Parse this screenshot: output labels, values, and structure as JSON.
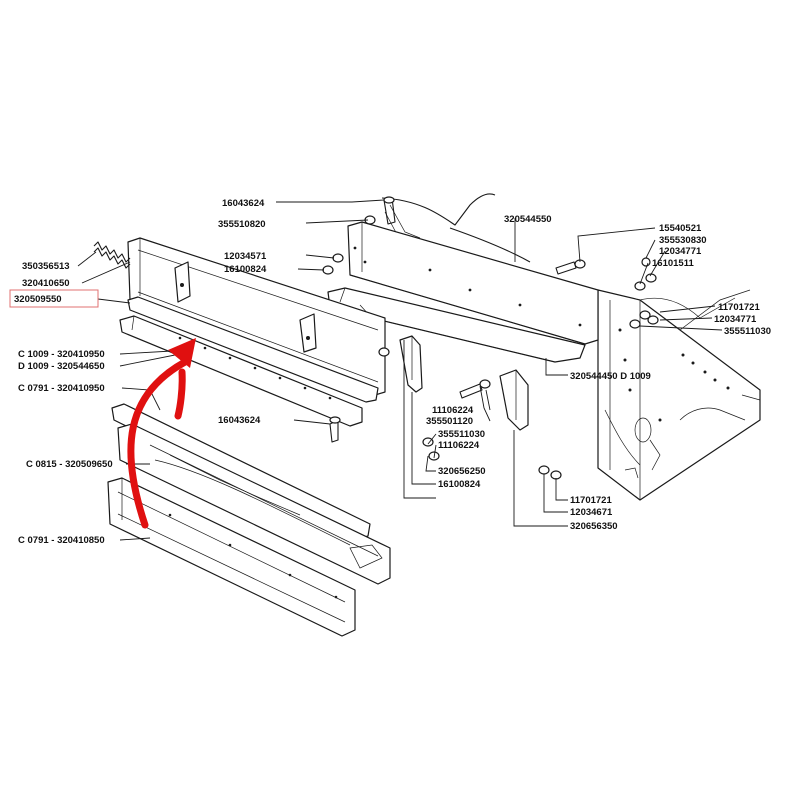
{
  "labels": {
    "l16043624_top": "16043624",
    "l355510820": "355510820",
    "l12034571": "12034571",
    "l16100824_top": "16100824",
    "l350356513": "350356513",
    "l320410650": "320410650",
    "l320509550_hl": "320509550",
    "lC1009": "C 1009 - 320410950",
    "lD1009": "D 1009 - 320544650",
    "lC0791a": "C 0791 - 320410950",
    "l16043624_mid": "16043624",
    "lC0815": "C 0815 - 320509650",
    "lC0791b": "C 0791 - 320410850",
    "l320544550": "320544550",
    "l15540521": "15540521",
    "l355530830": "355530830",
    "l12034771_a": "12034771",
    "l16101511": "16101511",
    "l11701721_a": "11701721",
    "l12034771_b": "12034771",
    "l355511030_a": "355511030",
    "l320544450": "320544450 D 1009",
    "l11106224_a": "11106224",
    "l355501120": "355501120",
    "l355511030_b": "355511030",
    "l11106224_b": "11106224",
    "l320656250": "320656250",
    "l16100824_b": "16100824",
    "l11701721_b": "11701721",
    "l12034671": "12034671",
    "l320656350": "320656350"
  },
  "highlight_color": "#e07070",
  "arrow_color": "#e01010"
}
